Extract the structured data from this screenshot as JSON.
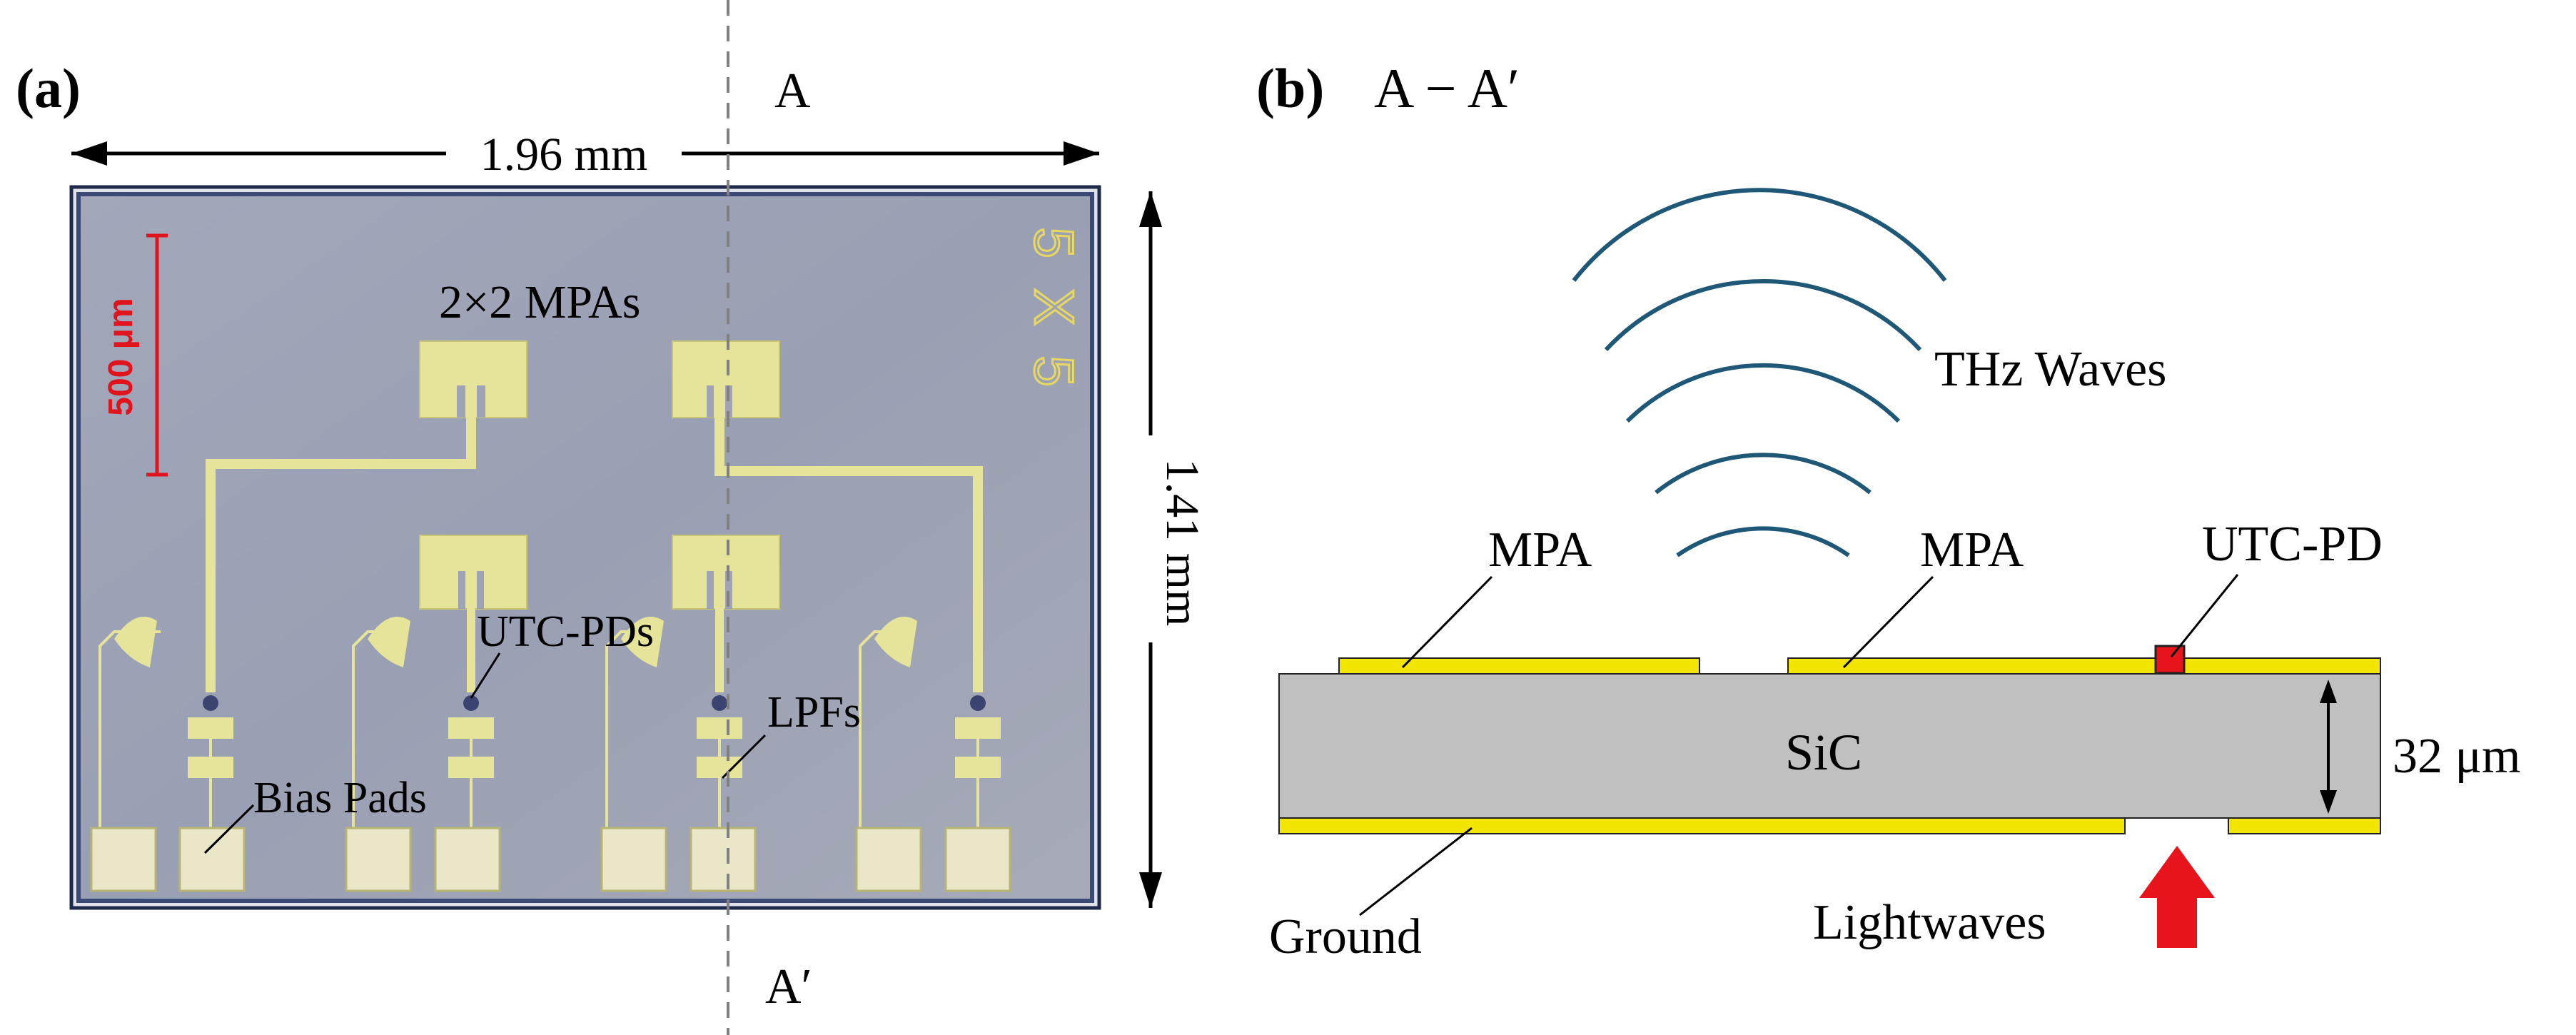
{
  "panel_a": {
    "label": "(a)",
    "width_dim": "1.96 mm",
    "height_dim": "1.41 mm",
    "scale_bar": "500 μm",
    "chip_marking_top": "5",
    "chip_marking_mid": "X",
    "chip_marking_bottom": "5",
    "labels": {
      "mpas": "2×2 MPAs",
      "utc_pds": "UTC-PDs",
      "lpfs": "LPFs",
      "bias_pads": "Bias Pads"
    },
    "section_top": "A",
    "section_bottom": "A′"
  },
  "panel_b": {
    "label": "(b)",
    "title": "A − A′",
    "labels": {
      "thz_waves": "THz Waves",
      "mpa_left": "MPA",
      "mpa_right": "MPA",
      "utc_pd": "UTC-PD",
      "substrate": "SiC",
      "thickness": "32 μm",
      "ground": "Ground",
      "lightwaves": "Lightwaves"
    }
  },
  "colors": {
    "metal": "#f2e600",
    "metal_chip": "#e6e39a",
    "substrate": "#c0c0c0",
    "chip_bg": "#9ea3b6",
    "chip_border": "#2c3a5c",
    "wave": "#1f5876",
    "arrow_red": "#e8141c",
    "scale_red": "#e0141c",
    "marking": "#e8d860"
  }
}
